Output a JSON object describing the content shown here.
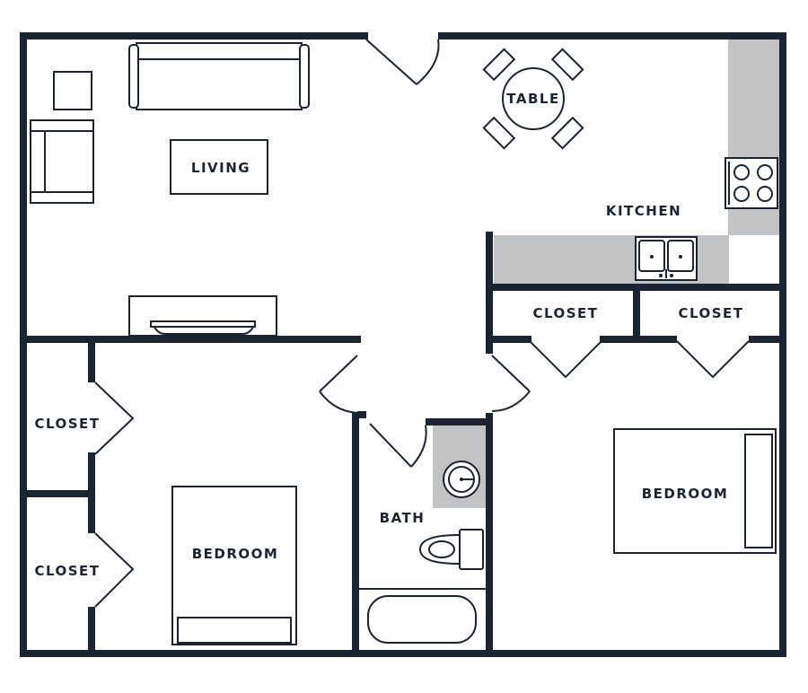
{
  "colors": {
    "wall": "#1c2431",
    "counter": "#c2c3c5",
    "background": "#ffffff"
  },
  "rooms": {
    "living": "LIVING",
    "table": "TABLE",
    "kitchen": "KITCHEN",
    "closet_kitchen_left": "CLOSET",
    "closet_kitchen_right": "CLOSET",
    "closet_left_top": "CLOSET",
    "closet_left_bottom": "CLOSET",
    "bedroom_left": "BEDROOM",
    "bath": "BATH",
    "bedroom_right": "BEDROOM"
  }
}
